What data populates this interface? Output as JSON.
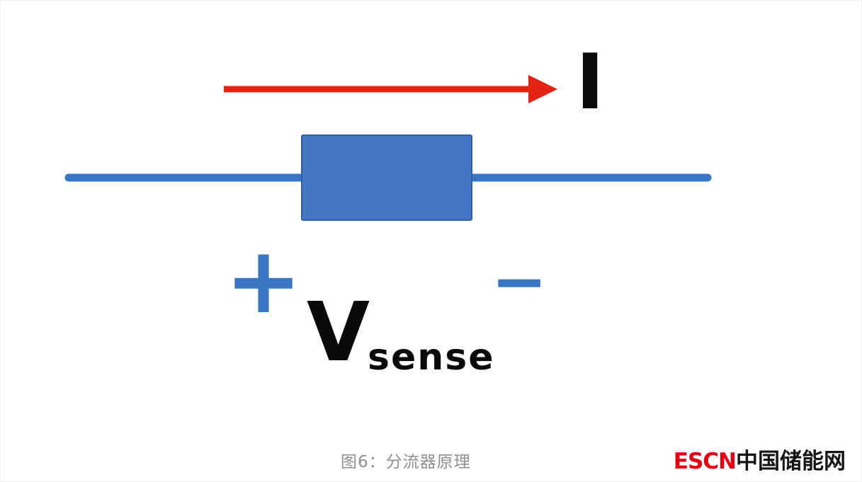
{
  "figure": {
    "current_label": "I",
    "plus_sign": "+",
    "minus_sign": "−",
    "voltage_symbol": "V",
    "voltage_subscript": "sense",
    "caption": "图6：分流器原理",
    "colors": {
      "wire": "#3a75c4",
      "resistor": "#4476c4",
      "resistor_border": "#2f5fa8",
      "arrow": "#e42313",
      "label": "#0a0a0a",
      "caption": "#8f8f8f"
    }
  },
  "logo": {
    "abbr": "ESCN",
    "name": "中国储能网",
    "abbr_color": "#e60012",
    "name_color": "#151515"
  }
}
